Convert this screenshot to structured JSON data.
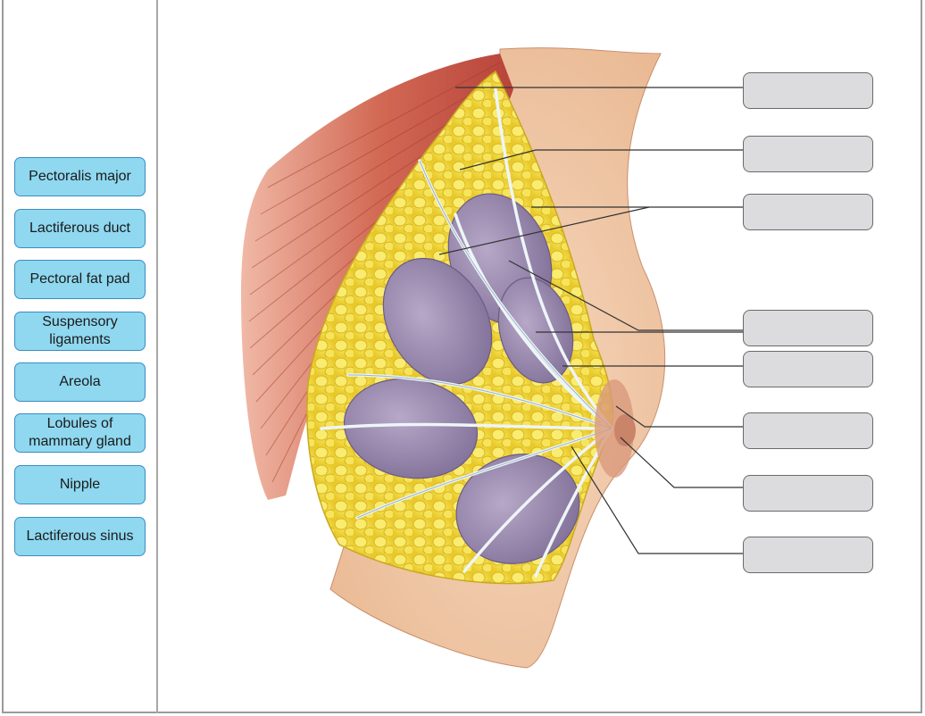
{
  "word_bank": {
    "items": [
      {
        "label": "Pectoralis major"
      },
      {
        "label": "Lactiferous duct"
      },
      {
        "label": "Pectoral fat pad"
      },
      {
        "label": "Suspensory\nligaments"
      },
      {
        "label": "Areola"
      },
      {
        "label": "Lobules of\nmammary gland"
      },
      {
        "label": "Nipple"
      },
      {
        "label": "Lactiferous sinus"
      }
    ]
  },
  "drop_targets": [
    {
      "value": ""
    },
    {
      "value": ""
    },
    {
      "value": ""
    },
    {
      "value": ""
    },
    {
      "value": ""
    },
    {
      "value": ""
    },
    {
      "value": ""
    },
    {
      "value": ""
    }
  ],
  "colors": {
    "chip_fill": "#8fd8f0",
    "chip_border": "#3a8cc2",
    "target_fill": "#dcdcdf",
    "muscle": "#c9584a",
    "fat": "#f3dc3c",
    "lobule": "#9c8cb0",
    "skin": "#f2cfae",
    "duct": "#e6f1f6"
  }
}
